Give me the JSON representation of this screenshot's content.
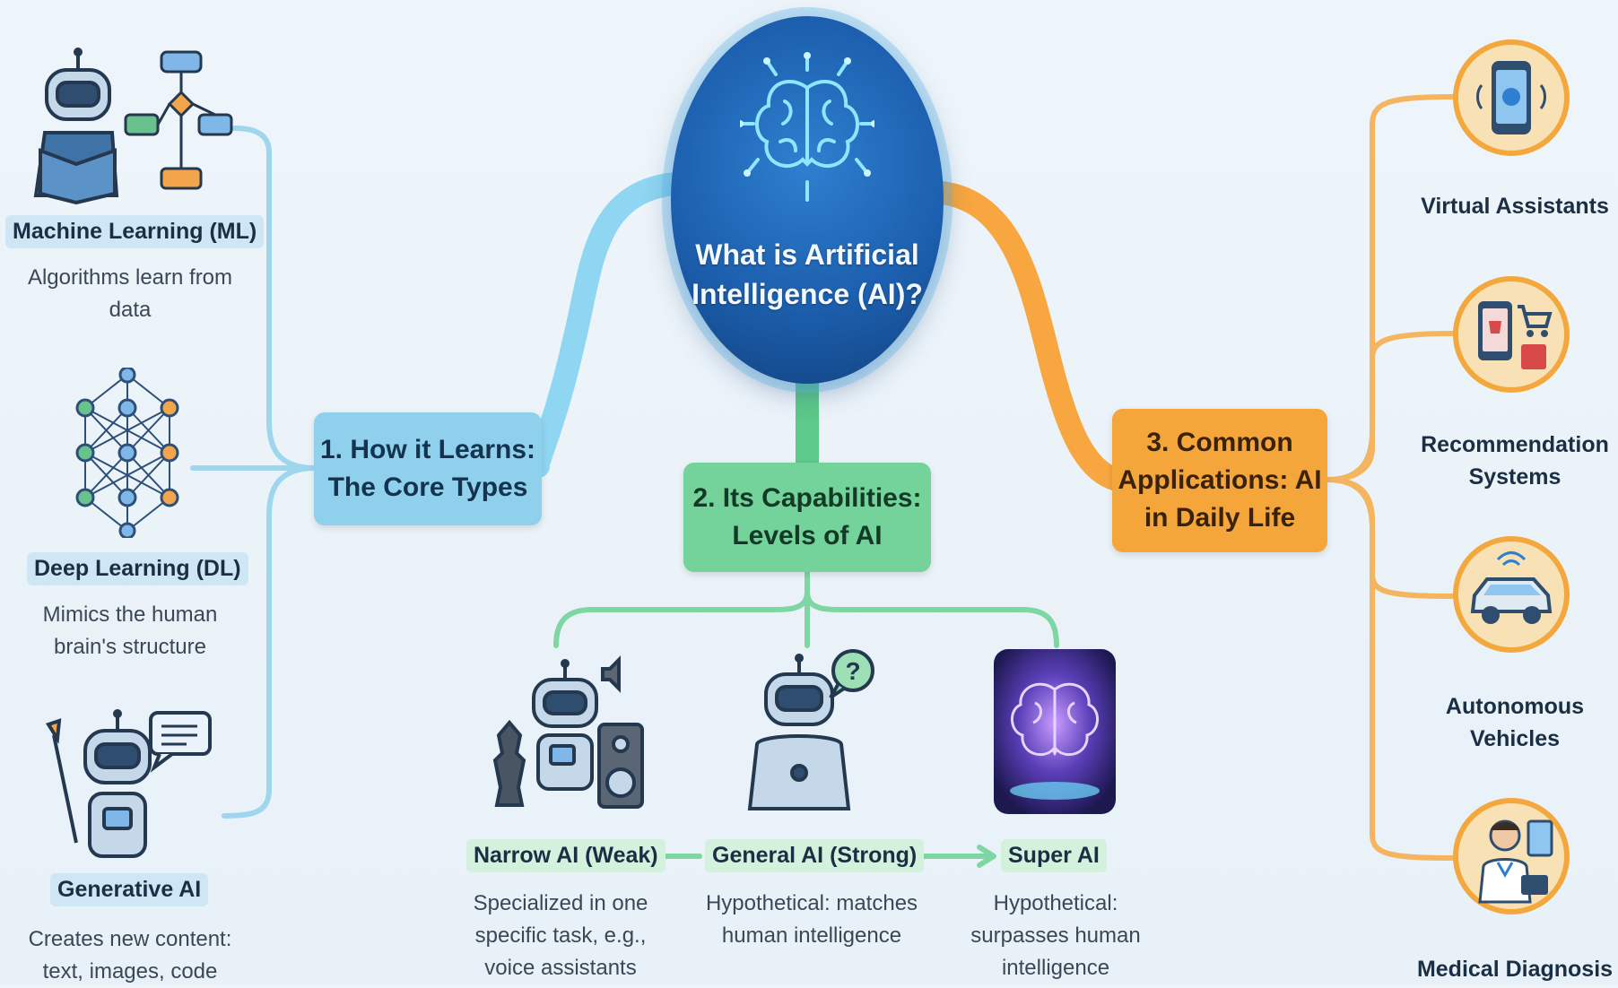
{
  "center": {
    "title": "What is Artificial Intelligence (AI)?"
  },
  "branches": {
    "learns": {
      "title": "1. How it Learns: The Core Types"
    },
    "capabilities": {
      "title": "2. Its Capabilities: Levels of AI"
    },
    "applications": {
      "title": "3. Common Applications: AI in Daily Life"
    }
  },
  "learn_types": [
    {
      "name": "Machine Learning (ML)",
      "desc": "Algorithms learn from data",
      "icon": "ml-robot-reading-icon"
    },
    {
      "name": "Deep Learning (DL)",
      "desc": "Mimics the human brain's structure",
      "icon": "neural-network-icon"
    },
    {
      "name": "Generative AI",
      "desc": "Creates new content: text, images, code",
      "icon": "robot-painter-icon"
    }
  ],
  "levels": [
    {
      "name": "Narrow AI (Weak)",
      "desc": "Specialized in one specific task, e.g., voice assistants",
      "icon": "robot-chess-speaker-icon"
    },
    {
      "name": "General AI (Strong)",
      "desc": "Hypothetical: matches human intelligence",
      "icon": "thinking-robot-icon"
    },
    {
      "name": "Super AI",
      "desc": "Hypothetical: surpasses human intelligence",
      "icon": "glowing-brain-icon"
    }
  ],
  "applications": [
    {
      "name": "Virtual Assistants",
      "icon": "smartphone-assistant-icon"
    },
    {
      "name": "Recommendation Systems",
      "icon": "shopping-recommendation-icon"
    },
    {
      "name": "Autonomous Vehicles",
      "icon": "self-driving-car-icon"
    },
    {
      "name": "Medical Diagnosis",
      "icon": "doctor-icon"
    }
  ],
  "colors": {
    "learn_branch": "#8fd0ec",
    "capability_branch": "#74d39a",
    "application_branch": "#f4a63a",
    "center": "#1c5fae"
  }
}
